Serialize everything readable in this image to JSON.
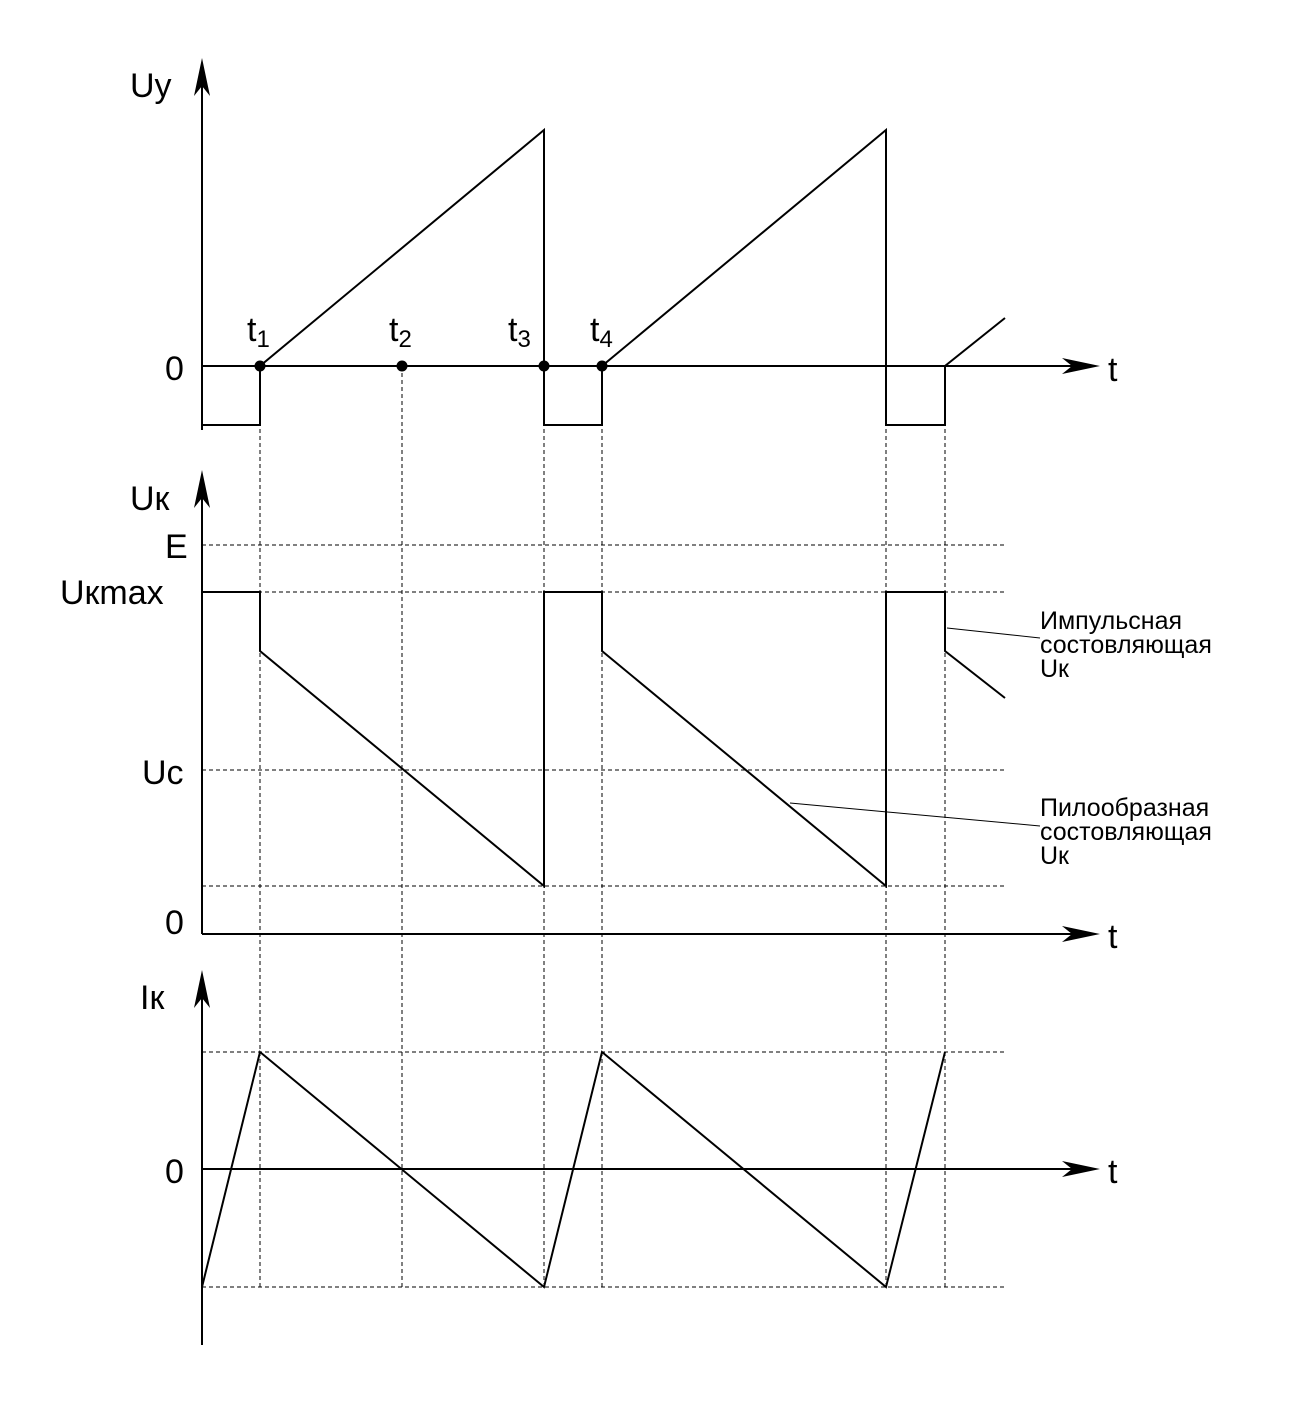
{
  "labels": {
    "uy_axis": "Uy",
    "uk_axis": "Uк",
    "ik_axis": "Iк",
    "t_axis": "t",
    "zero": "0",
    "e_level": "E",
    "ukmax_level": "Uкmax",
    "uc_level": "Uc"
  },
  "time_marks": [
    {
      "base": "t",
      "index": "1"
    },
    {
      "base": "t",
      "index": "2"
    },
    {
      "base": "t",
      "index": "3"
    },
    {
      "base": "t",
      "index": "4"
    }
  ],
  "annotations": {
    "pulse": [
      "Импульсная",
      "состовляющая",
      "Uк"
    ],
    "sawtooth": [
      "Пилообразная",
      "состовляющая",
      "Uк"
    ]
  },
  "colors": {
    "ink": "#000000",
    "background": "#ffffff"
  }
}
